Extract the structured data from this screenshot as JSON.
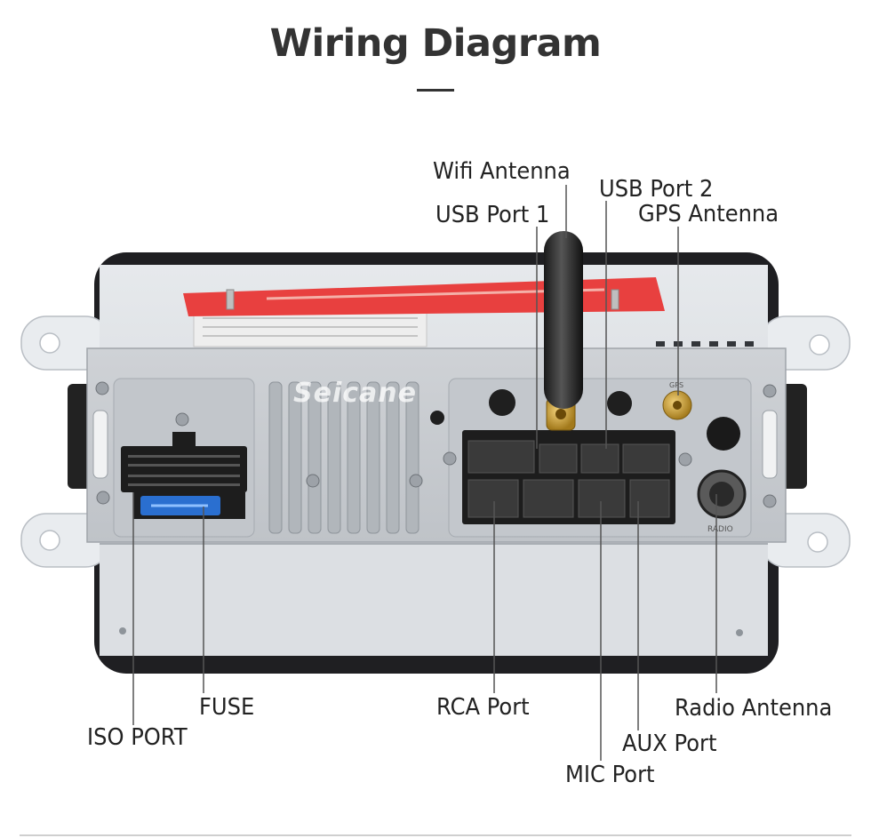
{
  "title": "Wiring Diagram",
  "device": {
    "watermark": "Seicane",
    "radio_socket_text": "RADIO",
    "gps_socket_text": "GPS"
  },
  "labels": {
    "wifi_antenna": "Wifi Antenna",
    "usb_port_1": "USB Port 1",
    "usb_port_2": "USB Port 2",
    "gps_antenna": "GPS Antenna",
    "fuse": "FUSE",
    "iso_port": "ISO PORT",
    "rca_port": "RCA Port",
    "radio_antenna": "Radio Antenna",
    "aux_port": "AUX Port",
    "mic_port": "MIC Port"
  },
  "colors": {
    "title": "#333333",
    "label_text": "#222222",
    "leader_line": "#555555",
    "sticker": "#e8403f",
    "chassis": "#d9dde1",
    "panel": "#c9ccd0",
    "connector": "#1d1d1d",
    "fuse": "#2a6fd0"
  }
}
